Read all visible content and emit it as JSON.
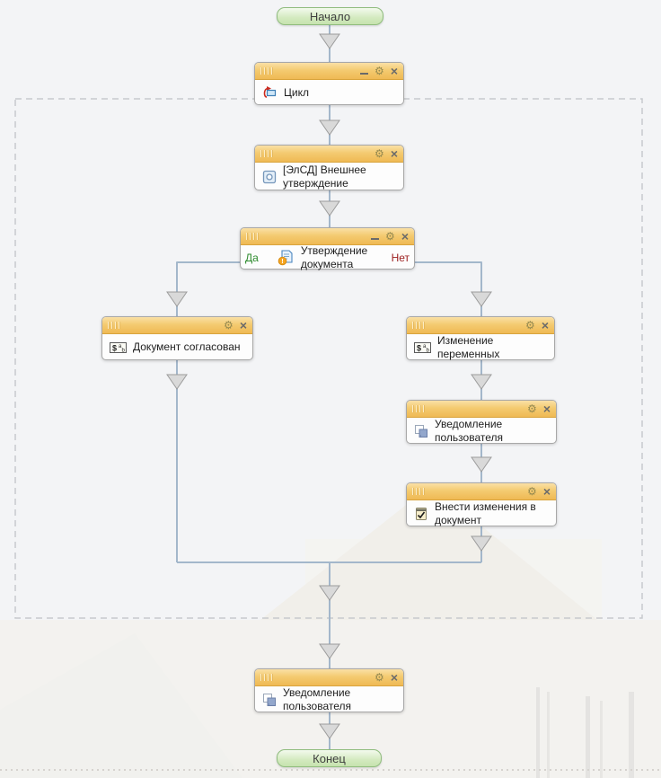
{
  "diagram": {
    "start_label": "Начало",
    "end_label": "Конец",
    "glyphs": {
      "gear": "⚙",
      "close": "×"
    },
    "blocks": [
      {
        "title": "Цикл",
        "icon": "loop-icon",
        "controls": [
          "minimize",
          "settings",
          "close"
        ]
      },
      {
        "title": "[ЭлСД] Внешнее утверждение",
        "icon": "external-approval-icon",
        "controls": [
          "settings",
          "close"
        ]
      },
      {
        "title": "Утверждение документа",
        "icon": "document-warning-icon",
        "controls": [
          "minimize",
          "settings",
          "close"
        ],
        "yes": "Да",
        "no": "Нет"
      },
      {
        "title": "Документ согласован",
        "icon": "variables-icon",
        "controls": [
          "settings",
          "close"
        ]
      },
      {
        "title": "Изменение переменных",
        "icon": "variables-icon",
        "controls": [
          "settings",
          "close"
        ]
      },
      {
        "title": "Уведомление пользователя",
        "icon": "notification-icon",
        "controls": [
          "settings",
          "close"
        ]
      },
      {
        "title": "Внести изменения в документ",
        "icon": "task-check-icon",
        "controls": [
          "settings",
          "close"
        ]
      },
      {
        "title": "Уведомление пользователя",
        "icon": "notification-icon",
        "controls": [
          "settings",
          "close"
        ]
      }
    ],
    "colors": {
      "header_orange": "#efb954",
      "wire": "#a3b7cb",
      "yes_green": "#2e8b2e",
      "no_red": "#9b1c1c",
      "terminal_green": "#c6e2ae",
      "terminal_border": "#8fbc7d"
    }
  }
}
